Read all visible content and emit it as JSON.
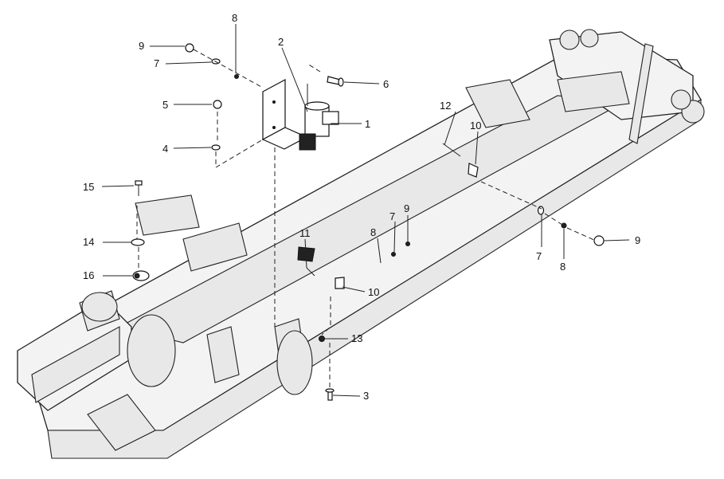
{
  "callouts": [
    {
      "id": "c9a",
      "text": "9"
    },
    {
      "id": "c7a",
      "text": "7"
    },
    {
      "id": "c8a",
      "text": "8"
    },
    {
      "id": "c2",
      "text": "2"
    },
    {
      "id": "c6",
      "text": "6"
    },
    {
      "id": "c5",
      "text": "5"
    },
    {
      "id": "c1",
      "text": "1"
    },
    {
      "id": "c4",
      "text": "4"
    },
    {
      "id": "c12",
      "text": "12"
    },
    {
      "id": "c10a",
      "text": "10"
    },
    {
      "id": "c15",
      "text": "15"
    },
    {
      "id": "c7b",
      "text": "7"
    },
    {
      "id": "c9b",
      "text": "9"
    },
    {
      "id": "c8b",
      "text": "8"
    },
    {
      "id": "c11",
      "text": "11"
    },
    {
      "id": "c14",
      "text": "14"
    },
    {
      "id": "c16",
      "text": "16"
    },
    {
      "id": "c10b",
      "text": "10"
    },
    {
      "id": "c7c",
      "text": "7"
    },
    {
      "id": "c8c",
      "text": "8"
    },
    {
      "id": "c9c",
      "text": "9"
    },
    {
      "id": "c13",
      "text": "13"
    },
    {
      "id": "c3",
      "text": "3"
    }
  ]
}
